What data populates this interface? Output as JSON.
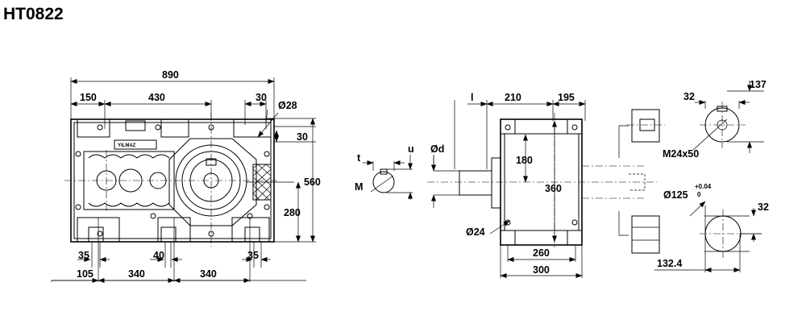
{
  "title": "HT0822",
  "brand_plate": "YILMAZ",
  "front_view": {
    "total_length": "890",
    "dim_150": "150",
    "dim_430": "430",
    "dim_30_top": "30",
    "dim_28": "Ø28",
    "dim_30_right": "30",
    "height_560": "560",
    "height_280": "280",
    "dim_35_left": "35",
    "dim_40": "40",
    "dim_35_right": "35",
    "base_105": "105",
    "base_340_a": "340",
    "base_340_b": "340"
  },
  "input_shaft": {
    "label_t": "t",
    "label_u": "u",
    "label_d": "Ød",
    "label_M": "M"
  },
  "side_view": {
    "label_l": "l",
    "dim_210": "210",
    "dim_195": "195",
    "dim_180": "180",
    "dim_360": "360",
    "dim_24": "Ø24",
    "dim_260": "260",
    "dim_300": "300"
  },
  "output_shaft": {
    "dim_32_top": "32",
    "dim_137": "137",
    "thread": "M24x50",
    "bore": "Ø125",
    "tol_upper": "+0.04",
    "tol_lower": "0",
    "dim_32_right": "32",
    "dim_132_4": "132.4"
  }
}
